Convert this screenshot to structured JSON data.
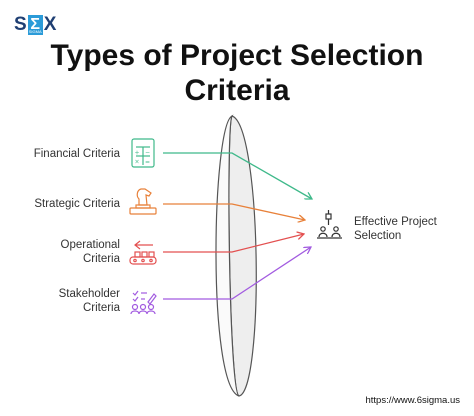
{
  "brand": {
    "logo_s": "S",
    "logo_sigma": "Σ",
    "logo_sigma_caption": "SIGMA",
    "logo_x": "X"
  },
  "title": {
    "line1": "Types of Project Selection",
    "line2": "Criteria"
  },
  "criteria": [
    {
      "label": "Financial Criteria",
      "icon": "calculator-icon",
      "color": "#3fb98a"
    },
    {
      "label": "Strategic Criteria",
      "icon": "chess-knight-icon",
      "color": "#e8813a"
    },
    {
      "label_line1": "Operational",
      "label_line2": "Criteria",
      "icon": "conveyor-icon",
      "color": "#e35050"
    },
    {
      "label_line1": "Stakeholder",
      "label_line2": "Criteria",
      "icon": "people-checklist-icon",
      "color": "#a25be0"
    }
  ],
  "outcome": {
    "line1": "Effective Project",
    "line2": "Selection",
    "icon": "team-decision-icon"
  },
  "footer": {
    "url": "https://www.6sigma.us"
  }
}
